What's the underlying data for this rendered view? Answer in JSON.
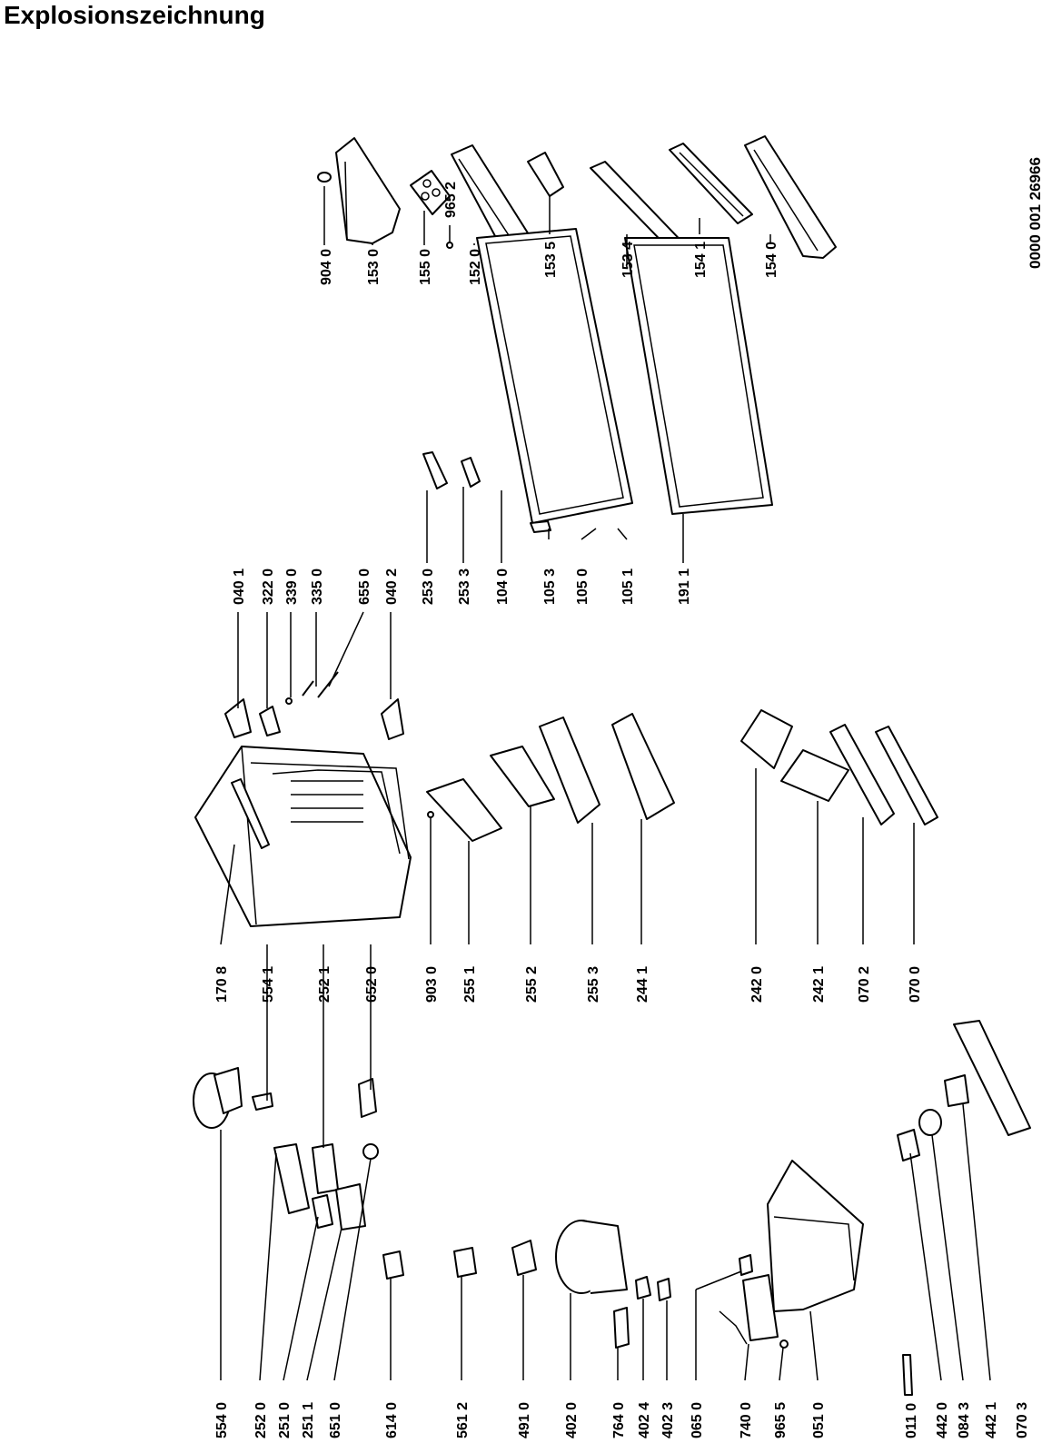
{
  "title": "Explosionszeichnung",
  "document_number": "0000 001 26966",
  "parts": [
    {
      "id": "904 0"
    },
    {
      "id": "153 0"
    },
    {
      "id": "155 0"
    },
    {
      "id": "152 0"
    },
    {
      "id": "153 5"
    },
    {
      "id": "153 4"
    },
    {
      "id": "154 1"
    },
    {
      "id": "154 0"
    },
    {
      "id": "965 2"
    },
    {
      "id": "040 1"
    },
    {
      "id": "322 0"
    },
    {
      "id": "339 0"
    },
    {
      "id": "335 0"
    },
    {
      "id": "655 0"
    },
    {
      "id": "040 2"
    },
    {
      "id": "253 0"
    },
    {
      "id": "253 3"
    },
    {
      "id": "104 0"
    },
    {
      "id": "105 3"
    },
    {
      "id": "105 0"
    },
    {
      "id": "105 1"
    },
    {
      "id": "191 1"
    },
    {
      "id": "170 8"
    },
    {
      "id": "554 1"
    },
    {
      "id": "252 1"
    },
    {
      "id": "652 0"
    },
    {
      "id": "903 0"
    },
    {
      "id": "255 1"
    },
    {
      "id": "255 2"
    },
    {
      "id": "255 3"
    },
    {
      "id": "244 1"
    },
    {
      "id": "242 0"
    },
    {
      "id": "242 1"
    },
    {
      "id": "070 2"
    },
    {
      "id": "070 0"
    },
    {
      "id": "554 0"
    },
    {
      "id": "252 0"
    },
    {
      "id": "251 0"
    },
    {
      "id": "251 1"
    },
    {
      "id": "651 0"
    },
    {
      "id": "614 0"
    },
    {
      "id": "561 2"
    },
    {
      "id": "491 0"
    },
    {
      "id": "402 0"
    },
    {
      "id": "764 0"
    },
    {
      "id": "402 4"
    },
    {
      "id": "402 3"
    },
    {
      "id": "065 0"
    },
    {
      "id": "740 0"
    },
    {
      "id": "965 5"
    },
    {
      "id": "051 0"
    },
    {
      "id": "011 0"
    },
    {
      "id": "442 0"
    },
    {
      "id": "084 3"
    },
    {
      "id": "442 1"
    },
    {
      "id": "070 3"
    }
  ]
}
